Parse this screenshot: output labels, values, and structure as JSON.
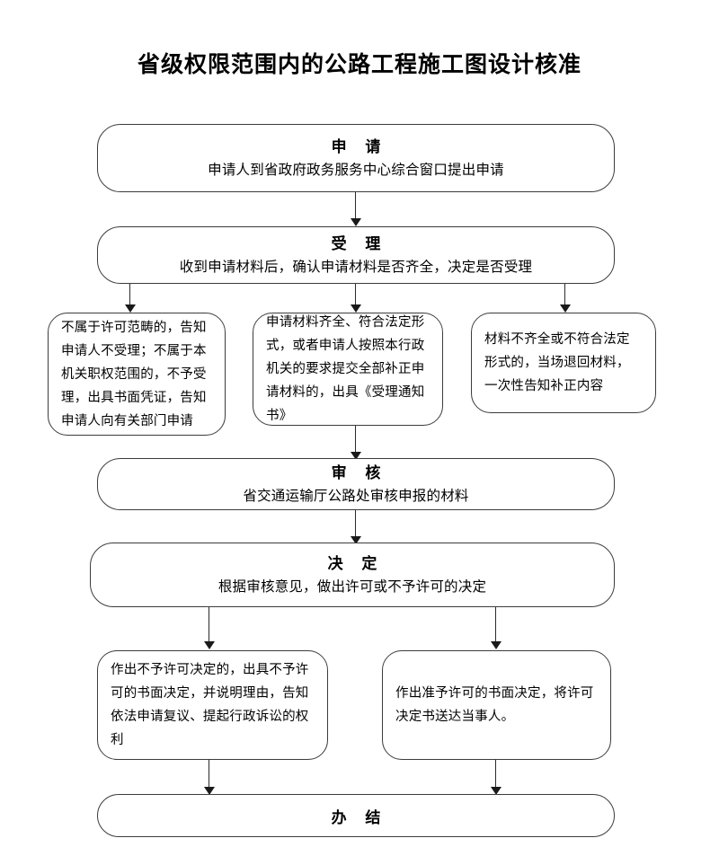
{
  "document": {
    "title": "省级权限范围内的公路工程施工图设计核准"
  },
  "flow": {
    "apply": {
      "heading": "申 请",
      "sub": "申请人到省政府政务服务中心综合窗口提出申请"
    },
    "accept": {
      "heading": "受 理",
      "sub": "收到申请材料后，确认申请材料是否齐全，决定是否受理"
    },
    "branch_left": {
      "body": "不属于许可范畴的，告知申请人不受理；不属于本机关职权范围的，不予受理，出具书面凭证，告知申请人向有关部门申请"
    },
    "branch_middle": {
      "body": "申请材料齐全、符合法定形式，或者申请人按照本行政机关的要求提交全部补正申请材料的，出具《受理通知书》"
    },
    "branch_right": {
      "body": "材料不齐全或不符合法定形式的，当场退回材料，一次性告知补正内容"
    },
    "review": {
      "heading": "审 核",
      "sub": "省交通运输厅公路处审核申报的材料"
    },
    "decision": {
      "heading": "决 定",
      "sub": "根据审核意见，做出许可或不予许可的决定"
    },
    "outcome_deny": {
      "body": "作出不予许可决定的，出具不予许可的书面决定，并说明理由，告知依法申请复议、提起行政诉讼的权利"
    },
    "outcome_grant": {
      "body": "作出准予许可的书面决定，将许可决定书送达当事人。"
    },
    "finish": {
      "heading": "办 结"
    }
  },
  "style": {
    "border_color": "#3c3c3c",
    "connector_color": "#2b2b2b",
    "text_color": "#000000",
    "background": "#ffffff"
  }
}
